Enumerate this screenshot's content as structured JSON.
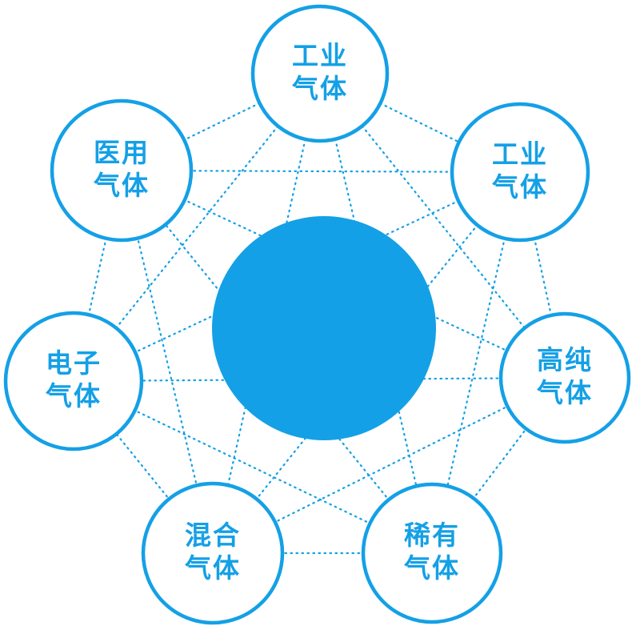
{
  "diagram": {
    "accent_color": "#14a0e6",
    "node_fill_color": "#ffffff",
    "hub_color": "#14a0e6",
    "connector_style": "dotted",
    "nodes": [
      {
        "id": "industrial-gas-top",
        "label": "工业\n气体"
      },
      {
        "id": "industrial-gas-right",
        "label": "工业\n气体"
      },
      {
        "id": "high-purity-gas",
        "label": "高纯\n气体"
      },
      {
        "id": "rare-gas",
        "label": "稀有\n气体"
      },
      {
        "id": "mixed-gas",
        "label": "混合\n气体"
      },
      {
        "id": "electronic-gas",
        "label": "电子\n气体"
      },
      {
        "id": "medical-gas",
        "label": "医用\n气体"
      }
    ]
  }
}
